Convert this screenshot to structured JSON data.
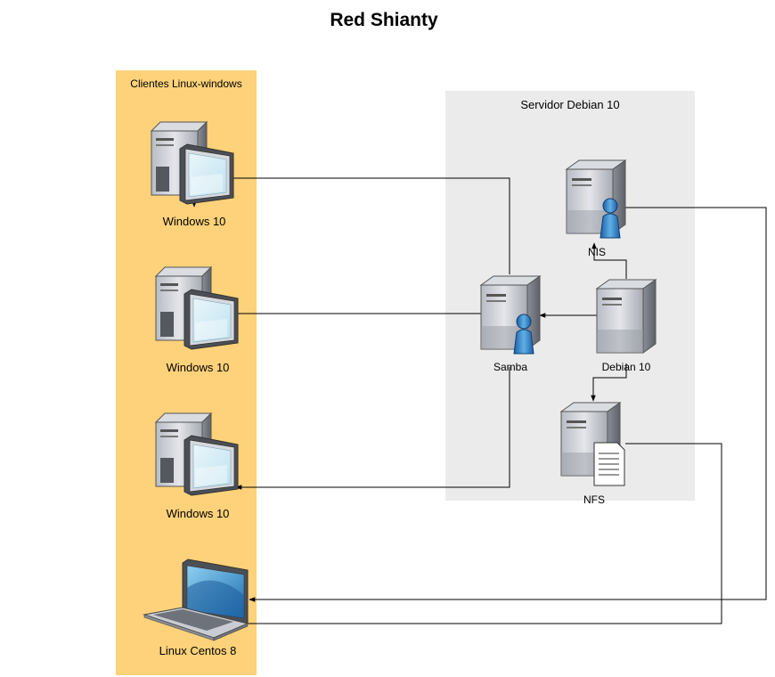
{
  "title": "Red Shianty",
  "groups": {
    "clients": {
      "label": "Clientes Linux-windows",
      "color": "#FDD27A"
    },
    "server": {
      "label": "Servidor Debian 10",
      "color": "#EBEBEB"
    }
  },
  "nodes": {
    "win1": {
      "label": "Windows 10",
      "type": "workstation"
    },
    "win2": {
      "label": "Windows 10",
      "type": "workstation"
    },
    "win3": {
      "label": "Windows 10",
      "type": "workstation"
    },
    "linux": {
      "label": "Linux Centos 8",
      "type": "laptop"
    },
    "samba": {
      "label": "Samba",
      "type": "directory-server"
    },
    "nis": {
      "label": "NIS",
      "type": "directory-server"
    },
    "debian": {
      "label": "Debian 10",
      "type": "server"
    },
    "nfs": {
      "label": "NFS",
      "type": "file-server"
    }
  },
  "connections": [
    {
      "from": "Samba",
      "to": "Windows 10"
    },
    {
      "from": "Samba",
      "to": "Windows 10"
    },
    {
      "from": "Samba",
      "to": "Windows 10"
    },
    {
      "from": "Debian 10",
      "to": "Samba"
    },
    {
      "from": "Debian 10",
      "to": "NIS"
    },
    {
      "from": "Debian 10",
      "to": "NFS"
    },
    {
      "from": "NIS",
      "to": "Linux Centos 8"
    },
    {
      "from": "NFS",
      "to": "Linux Centos 8"
    }
  ]
}
